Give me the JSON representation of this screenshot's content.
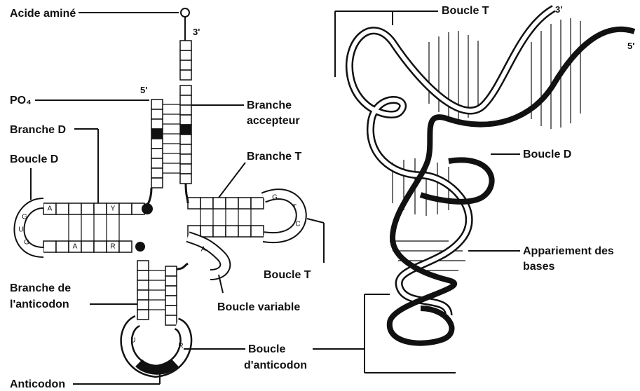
{
  "diagram": {
    "left": {
      "amino_acid": "Acide aminé",
      "po4": "PO₄",
      "five_prime": "5'",
      "three_prime": "3'",
      "d_arm": "Branche D",
      "d_loop": "Boucle D",
      "acceptor_arm_1": "Branche",
      "acceptor_arm_2": "accepteur",
      "t_arm": "Branche T",
      "t_loop": "Boucle T",
      "variable_loop": "Boucle variable",
      "anticodon_arm_1": "Branche de",
      "anticodon_arm_2": "l'anticodon",
      "anticodon_loop_1": "Boucle",
      "anticodon_loop_2": "d'anticodon",
      "anticodon": "Anticodon",
      "amino_acid_symbol": "O",
      "base_letters": {
        "d_top": [
          "A",
          "Y"
        ],
        "d_bottom": [
          "A",
          "R"
        ],
        "d_loop_1": "G",
        "d_loop_2": "U",
        "d_loop_3": "G",
        "variable": "A",
        "t_loop_1": "G",
        "t_loop_2": "T",
        "t_loop_3": "C",
        "anticodon_left_1": "U",
        "anticodon_right_1": "R"
      }
    },
    "right": {
      "t_loop": "Boucle T",
      "d_loop": "Boucle D",
      "pairing_1": "Appariement des",
      "pairing_2": "bases",
      "three_prime": "3'",
      "five_prime": "5'"
    }
  }
}
